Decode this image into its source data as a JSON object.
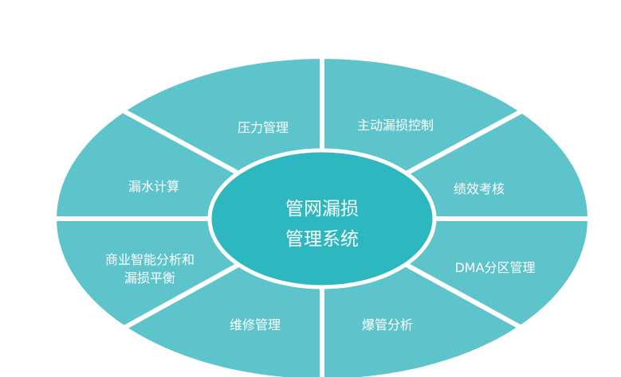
{
  "diagram": {
    "center": {
      "line1": "管网漏损",
      "line2": "管理系统"
    },
    "segments": [
      {
        "label": "压力管理"
      },
      {
        "label": "主动漏损控制"
      },
      {
        "label": "漏水计算"
      },
      {
        "label": "绩效考核"
      },
      {
        "label_line1": "商业智能分析和",
        "label_line2": "漏损平衡"
      },
      {
        "label": "DMA分区管理"
      },
      {
        "label": "维修管理"
      },
      {
        "label": "爆管分析"
      }
    ]
  },
  "colors": {
    "segment_fill": "#5ec4cc",
    "center_fill": "#2db8c0",
    "center_stroke": "#ffffff",
    "divider": "#ffffff",
    "text": "#ffffff"
  }
}
